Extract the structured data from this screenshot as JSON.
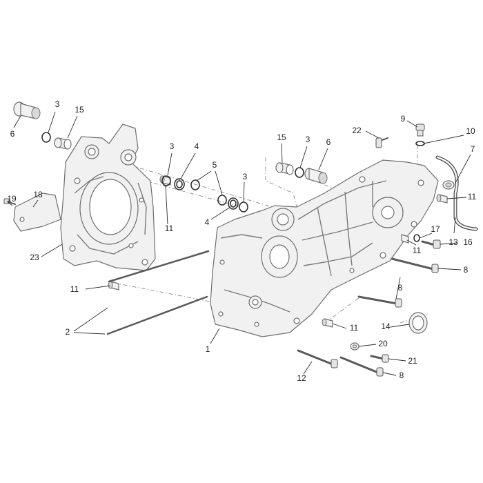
{
  "diagram": {
    "callouts": [
      {
        "id": "c6a",
        "text": "6"
      },
      {
        "id": "c3a",
        "text": "3"
      },
      {
        "id": "c15a",
        "text": "15"
      },
      {
        "id": "c19",
        "text": "19"
      },
      {
        "id": "c18",
        "text": "18"
      },
      {
        "id": "c23",
        "text": "23"
      },
      {
        "id": "c11a",
        "text": "11"
      },
      {
        "id": "c2",
        "text": "2"
      },
      {
        "id": "c3b",
        "text": "3"
      },
      {
        "id": "c4a",
        "text": "4"
      },
      {
        "id": "c5",
        "text": "5"
      },
      {
        "id": "c11b",
        "text": "11"
      },
      {
        "id": "c3c",
        "text": "3"
      },
      {
        "id": "c4b",
        "text": "4"
      },
      {
        "id": "c22",
        "text": "22"
      },
      {
        "id": "c15b",
        "text": "15"
      },
      {
        "id": "c3d",
        "text": "3"
      },
      {
        "id": "c6b",
        "text": "6"
      },
      {
        "id": "c9",
        "text": "9"
      },
      {
        "id": "c10",
        "text": "10"
      },
      {
        "id": "c7",
        "text": "7"
      },
      {
        "id": "c11c",
        "text": "11"
      },
      {
        "id": "c13",
        "text": "13"
      },
      {
        "id": "c17",
        "text": "17"
      },
      {
        "id": "c11d",
        "text": "11"
      },
      {
        "id": "c16",
        "text": "16"
      },
      {
        "id": "c8a",
        "text": "8"
      },
      {
        "id": "c8b",
        "text": "8"
      },
      {
        "id": "c11e",
        "text": "11"
      },
      {
        "id": "c14",
        "text": "14"
      },
      {
        "id": "c1",
        "text": "1"
      },
      {
        "id": "c20",
        "text": "20"
      },
      {
        "id": "c21",
        "text": "21"
      },
      {
        "id": "c12",
        "text": "12"
      },
      {
        "id": "c8c",
        "text": "8"
      }
    ]
  }
}
